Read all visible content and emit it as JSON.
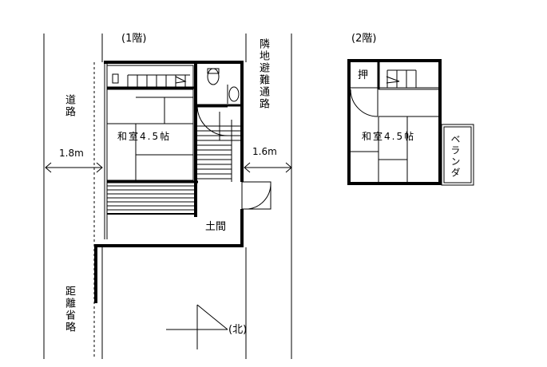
{
  "floor1": {
    "title": "(1階)",
    "room": "和室4.5帖",
    "entrance": "土間"
  },
  "floor2": {
    "title": "(2階)",
    "room": "和室4.5帖",
    "closet": "押",
    "veranda": "ベランダ"
  },
  "road_left": {
    "label": "道路",
    "width": "1.8m"
  },
  "road_right": {
    "label": "隣地避難通路",
    "width": "1.6m"
  },
  "distance_omitted": "距離省略",
  "north": "(北)"
}
